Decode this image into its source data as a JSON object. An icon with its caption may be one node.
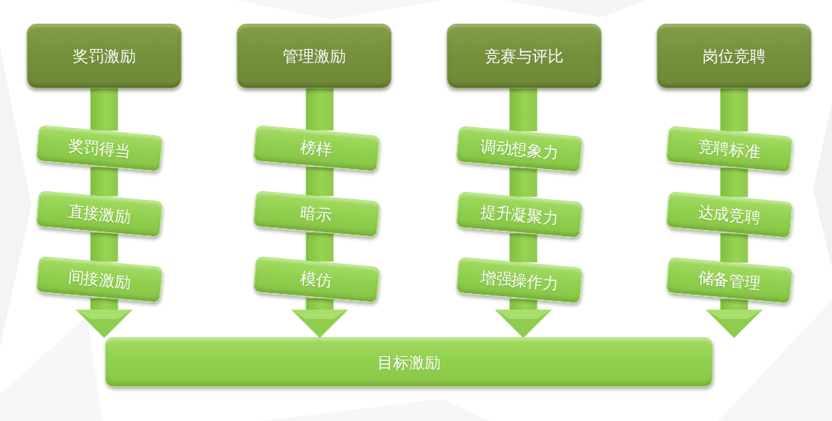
{
  "diagram": {
    "nodes": [
      {
        "text": [
          "奖罚激励"
        ]
      },
      {
        "text": [
          "管理激励"
        ]
      },
      {
        "text": [
          "竞赛与评比"
        ]
      },
      {
        "text": [
          "岗位竞聘"
        ]
      },
      {
        "text": [
          "奖罚得当"
        ]
      },
      {
        "text": [
          "直接激励"
        ]
      },
      {
        "text": [
          "间接激励"
        ]
      },
      {
        "text": [
          "榜样"
        ]
      },
      {
        "text": [
          "暗示"
        ]
      },
      {
        "text": [
          "模仿"
        ]
      },
      {
        "text": [
          "调动想象力"
        ]
      },
      {
        "text": [
          "提升凝聚力"
        ]
      },
      {
        "text": [
          "增强操作力"
        ]
      },
      {
        "text": [
          "竞聘标准"
        ]
      },
      {
        "text": [
          "达成竞聘"
        ]
      },
      {
        "text": [
          "储备管理"
        ]
      },
      {
        "text": [
          "目标激励"
        ]
      }
    ],
    "edges": [
      {
        "from": 0,
        "to": 4,
        "arrow": "none"
      },
      {
        "from": 4,
        "to": 5,
        "arrow": "none"
      },
      {
        "from": 5,
        "to": 6,
        "arrow": "none"
      },
      {
        "from": 6,
        "to": 16,
        "arrow": "to"
      },
      {
        "from": 1,
        "to": 7,
        "arrow": "none"
      },
      {
        "from": 7,
        "to": 8,
        "arrow": "none"
      },
      {
        "from": 8,
        "to": 9,
        "arrow": "none"
      },
      {
        "from": 9,
        "to": 16,
        "arrow": "to"
      },
      {
        "from": 2,
        "to": 10,
        "arrow": "none"
      },
      {
        "from": 10,
        "to": 11,
        "arrow": "none"
      },
      {
        "from": 11,
        "to": 12,
        "arrow": "none"
      },
      {
        "from": 12,
        "to": 16,
        "arrow": "to"
      },
      {
        "from": 3,
        "to": 13,
        "arrow": "none"
      },
      {
        "from": 13,
        "to": 14,
        "arrow": "none"
      },
      {
        "from": 14,
        "to": 15,
        "arrow": "none"
      },
      {
        "from": 15,
        "to": 16,
        "arrow": "to"
      }
    ]
  }
}
